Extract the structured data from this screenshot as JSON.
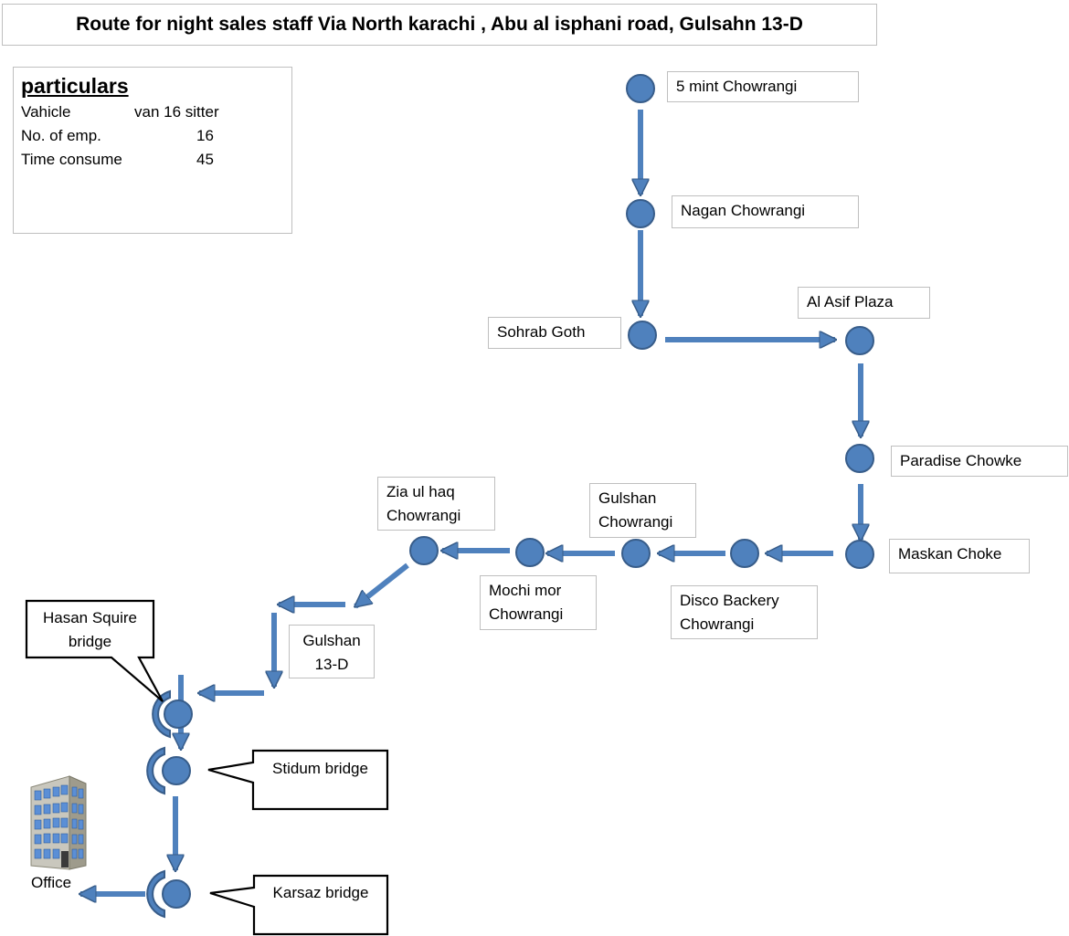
{
  "title": "Route for night sales staff  Via  North karachi , Abu al isphani road, Gulsahn  13-D",
  "particulars": {
    "heading": "particulars",
    "rows": [
      {
        "label": "Vahicle",
        "value": "van 16 sitter"
      },
      {
        "label": "No. of emp.",
        "value": "16"
      },
      {
        "label": "Time consume",
        "value": "45"
      }
    ]
  },
  "stops": {
    "five_mint": "5 mint Chowrangi",
    "nagan": "Nagan Chowrangi",
    "sohrab": "Sohrab Goth",
    "al_asif": "Al Asif  Plaza",
    "paradise": "Paradise Chowke",
    "maskan": "Maskan Choke",
    "disco": "Disco  Backery Chowrangi",
    "gulshan_chowrangi": "Gulshan Chowrangi",
    "mochi": "Mochi  mor Chowrangi",
    "zia": "Zia ul haq Chowrangi",
    "gulshan_13d": "Gulshan 13-D"
  },
  "bridges": {
    "hasan": "Hasan Squire bridge",
    "stidum": "Stidum bridge",
    "karsaz": "Karsaz bridge"
  },
  "office": "Office",
  "colors": {
    "node": "#4f81bd",
    "node_stroke": "#385d8a",
    "arrow": "#4f81bd"
  }
}
